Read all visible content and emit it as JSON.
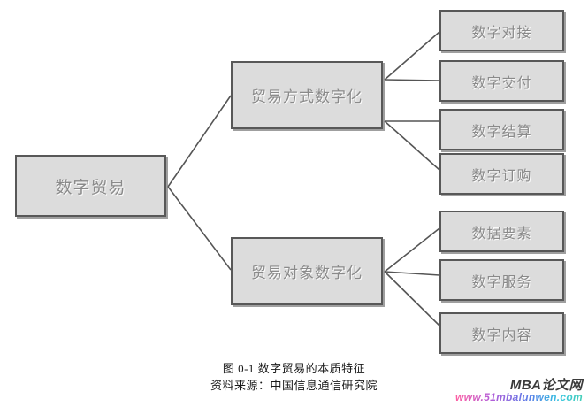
{
  "diagram": {
    "type": "tree",
    "root": {
      "label": "数字贸易"
    },
    "branches": [
      {
        "label": "贸易方式数字化",
        "children": [
          {
            "label": "数字对接"
          },
          {
            "label": "数字交付"
          },
          {
            "label": "数字结算"
          },
          {
            "label": "数字订购"
          }
        ]
      },
      {
        "label": "贸易对象数字化",
        "children": [
          {
            "label": "数据要素"
          },
          {
            "label": "数字服务"
          },
          {
            "label": "数字内容"
          }
        ]
      }
    ]
  },
  "caption": {
    "figure_line": "图 0-1  数字贸易的本质特征",
    "source_line": "资料来源：中国信息通信研究院"
  },
  "watermark": {
    "brand": "MBA论文网",
    "url": "www.51mbalunwen.com"
  },
  "colors": {
    "box_fill": "#dcdcdc",
    "box_border": "#585858",
    "box_text": "#8a8a8a",
    "connector": "#555555",
    "caption_text": "#1a1a1a",
    "page_background": "#ffffff"
  }
}
